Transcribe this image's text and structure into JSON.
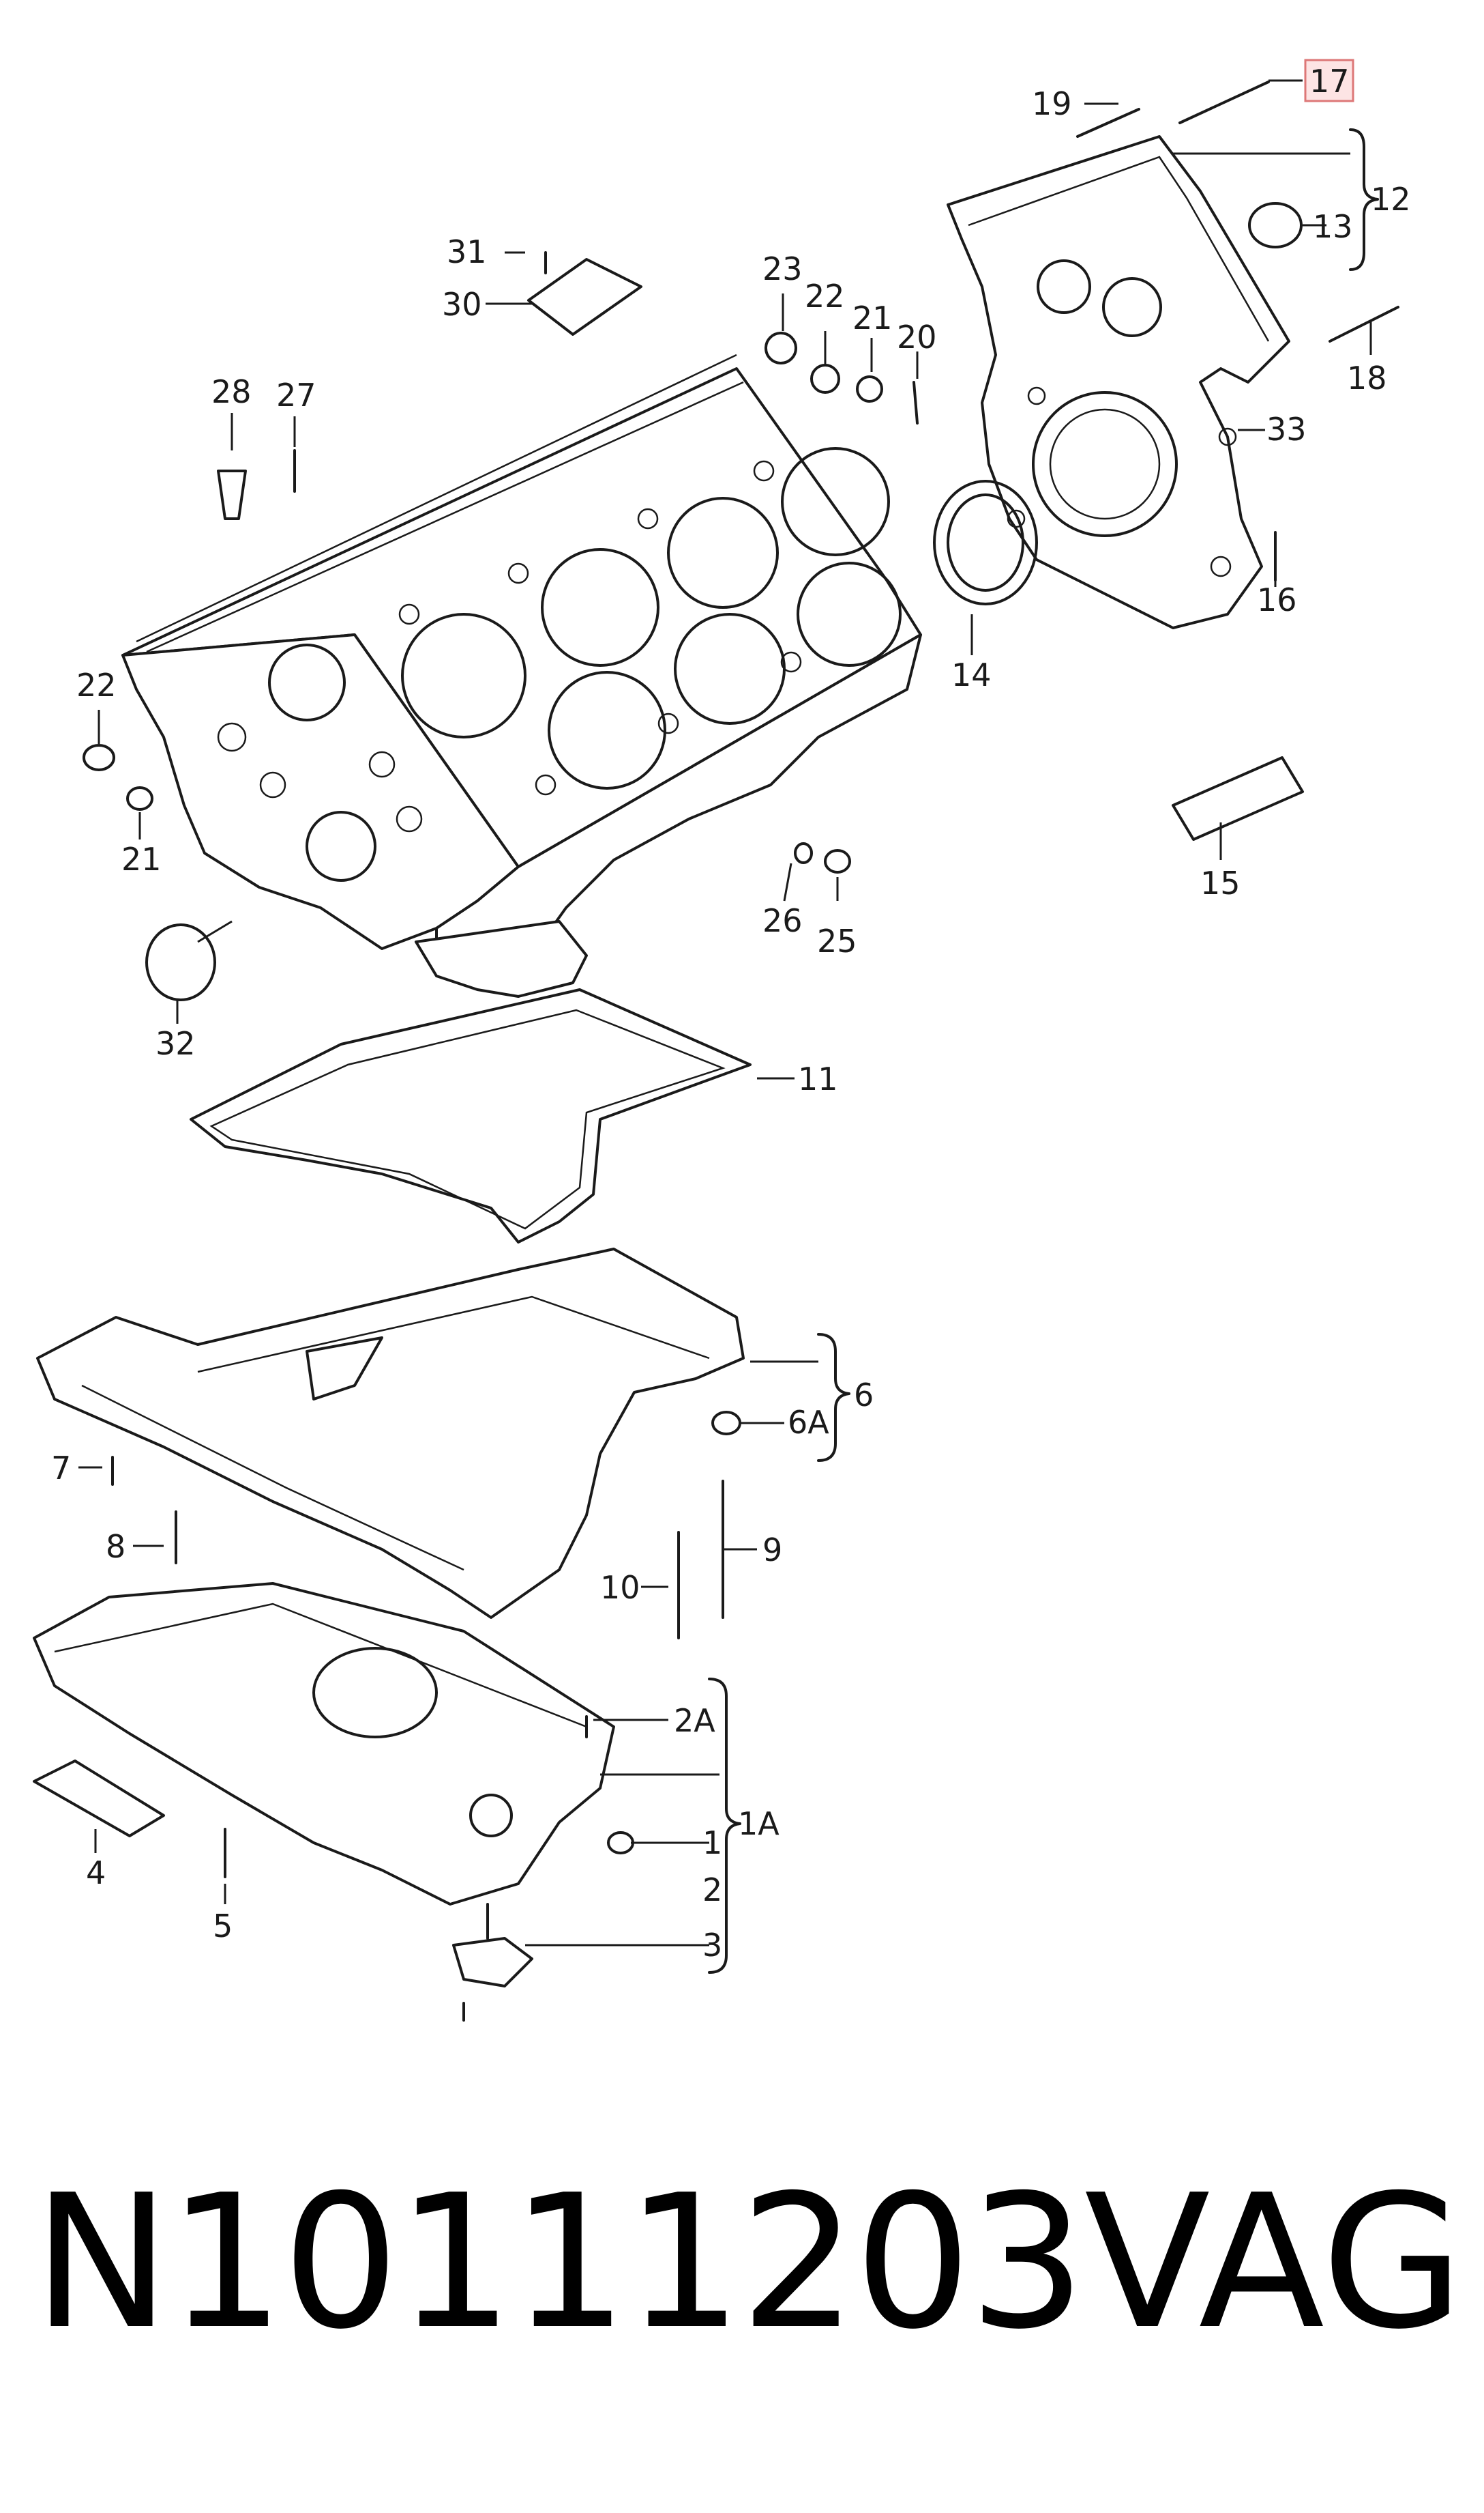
{
  "callouts": {
    "c1": "1",
    "c1A": "1A",
    "c2": "2",
    "c2A": "2A",
    "c3": "3",
    "c4": "4",
    "c5": "5",
    "c6": "6",
    "c6A": "6A",
    "c7": "7",
    "c8": "8",
    "c9": "9",
    "c10": "10",
    "c11": "11",
    "c12": "12",
    "c13": "13",
    "c14": "14",
    "c15": "15",
    "c16": "16",
    "c17": "17",
    "c18": "18",
    "c19": "19",
    "c20": "20",
    "c21a": "21",
    "c21b": "21",
    "c22a": "22",
    "c22b": "22",
    "c23": "23",
    "c25": "25",
    "c26": "26",
    "c27": "27",
    "c28": "28",
    "c30": "30",
    "c31": "31",
    "c32": "32",
    "c33": "33"
  },
  "highlighted_callout": "17",
  "highlight_color": "#fde4e4",
  "footer": {
    "part_number": "N10111203",
    "brand": "VAG"
  }
}
